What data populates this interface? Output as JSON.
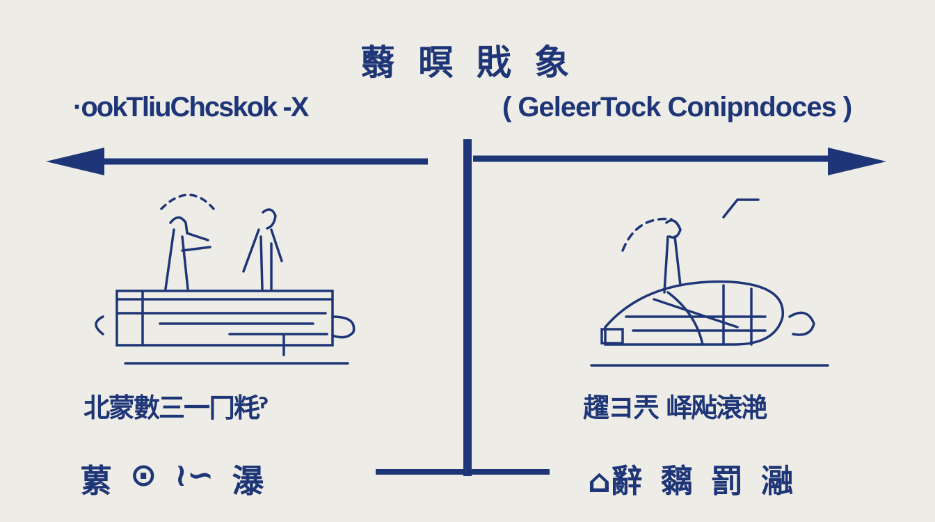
{
  "title": "蘙 暝 戝 象",
  "left": {
    "heading": "·ookTliuChcskok -X",
    "caption": "北蒙數三一冂粍ˀ",
    "icons": [
      {
        "name": "text-block-icon",
        "glyph": "蔂"
      },
      {
        "name": "circle-face-icon",
        "glyph": "⊙"
      },
      {
        "name": "wave-icon",
        "glyph": "≀∽"
      },
      {
        "name": "text-block-icon",
        "glyph": "瀑"
      }
    ]
  },
  "right": {
    "heading": "( GeleerTock Conipndoces )",
    "caption": "趯ヨ兲 峄飐滖滟",
    "icons": [
      {
        "name": "house-icon",
        "glyph": "⌂辭"
      },
      {
        "name": "text-block-icon",
        "glyph": "黐"
      },
      {
        "name": "box-icon",
        "glyph": "罰"
      },
      {
        "name": "text-block-icon",
        "glyph": "瀜"
      }
    ]
  },
  "colors": {
    "ink": "#1e3677",
    "background": "#eeece7"
  }
}
